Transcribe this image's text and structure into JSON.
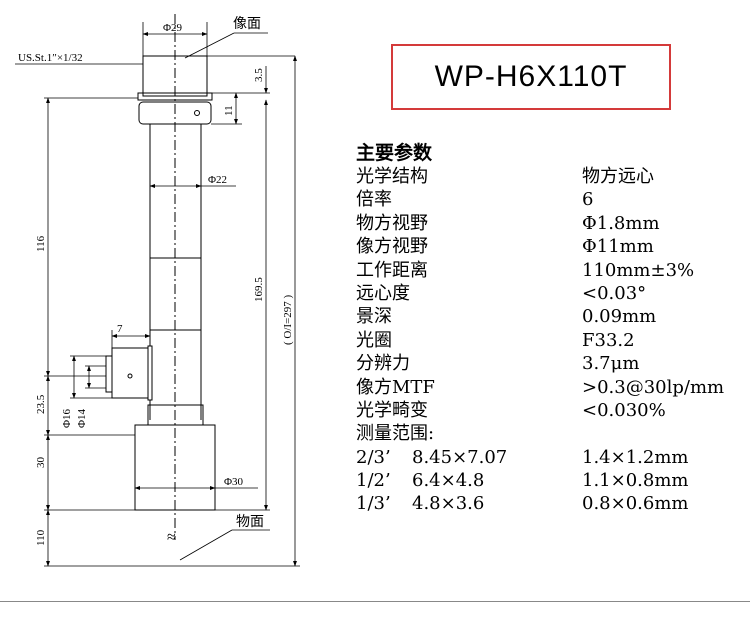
{
  "title": "WP-H6X110T",
  "drawing": {
    "label_image_side": "像面",
    "label_object_side": "物面",
    "label_thread": "US.St.1″×1/32",
    "dim_phi29": "Φ29",
    "dim_phi22": "Φ22",
    "dim_phi30": "Φ30",
    "dim_phi16": "Φ16",
    "dim_phi14": "Φ14",
    "dim_3_5": "3.5",
    "dim_11": "11",
    "dim_7": "7",
    "dim_116": "116",
    "dim_23_5": "23.5",
    "dim_30": "30",
    "dim_110": "110",
    "dim_169_5": "169.5",
    "dim_oi": "( O/I=297 )",
    "break_mark": "≈"
  },
  "specs": {
    "heading": "主要参数",
    "rows": [
      {
        "label": "光学结构",
        "value": "物方远心"
      },
      {
        "label": "倍率",
        "value": "6"
      },
      {
        "label": "物方视野",
        "value": "Φ1.8mm"
      },
      {
        "label": "像方视野",
        "value": "Φ11mm"
      },
      {
        "label": "工作距离",
        "value": "110mm±3%"
      },
      {
        "label": "远心度",
        "value": "<0.03°"
      },
      {
        "label": "景深",
        "value": "0.09mm"
      },
      {
        "label": "光圈",
        "value": "F33.2"
      },
      {
        "label": "分辨力",
        "value": "3.7μm"
      },
      {
        "label": "像方MTF",
        "value": ">0.3@30lp/mm"
      },
      {
        "label": "光学畸变",
        "value": "<0.030%"
      }
    ],
    "range_title": "测量范围:",
    "ranges": [
      {
        "sensor": "2/3’",
        "fov": "8.45×7.07",
        "object": "1.4×1.2mm"
      },
      {
        "sensor": "1/2’",
        "fov": "6.4×4.8",
        "object": "1.1×0.8mm"
      },
      {
        "sensor": "1/3’",
        "fov": "4.8×3.6",
        "object": "0.8×0.6mm"
      }
    ]
  }
}
